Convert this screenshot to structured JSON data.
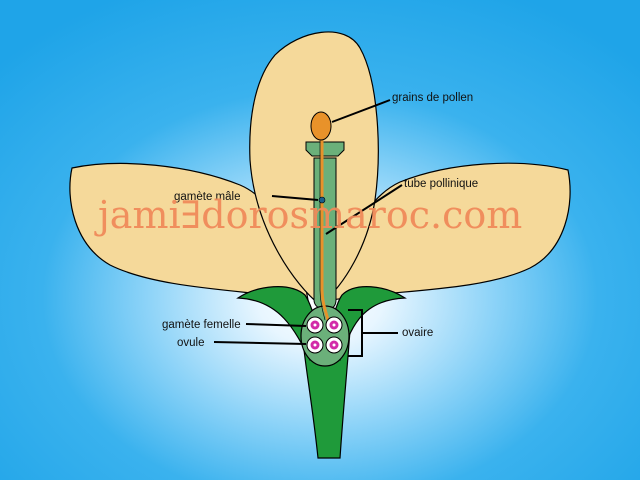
{
  "labels": {
    "pollen": "grains de pollen",
    "male": "gamète mâle",
    "tube": "tube pollinique",
    "female": "gamète femelle",
    "ovule": "ovule",
    "ovary": "ovaire"
  },
  "watermark": "jami∃dorosmaroc.com",
  "colors": {
    "petal": "#f5d99a",
    "sepal": "#1f9a3a",
    "style": "#6bb07a",
    "tube": "#e8922a",
    "pollen": "#e8922a",
    "ovule": "#ffffff",
    "gamete": "#d22aa8"
  }
}
